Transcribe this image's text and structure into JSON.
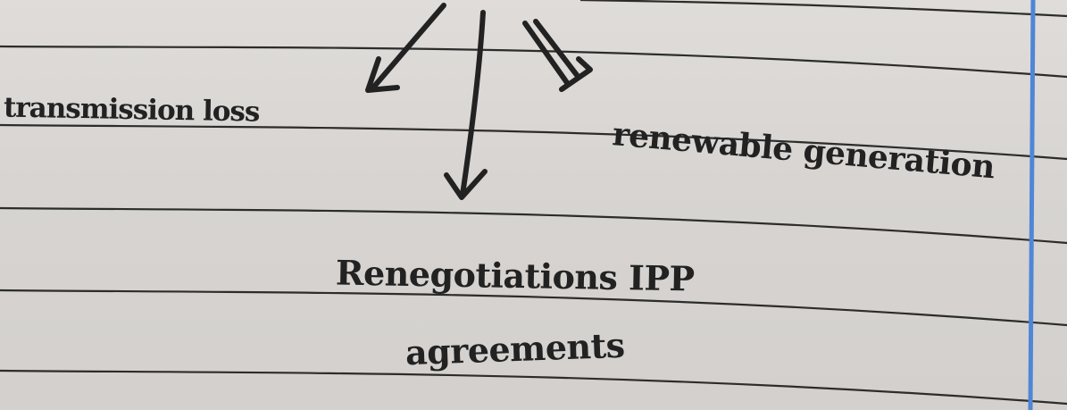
{
  "diagram": {
    "branches": [
      {
        "id": "left",
        "label": "transmission loss"
      },
      {
        "id": "right",
        "label": "renewable generation"
      },
      {
        "id": "down",
        "label_lines": [
          "Renegotiations IPP",
          "agreements"
        ]
      }
    ]
  },
  "colors": {
    "paper": "#d8d5d2",
    "ruled_line": "#2c2c2c",
    "margin_line": "#4f86d6",
    "ink": "#222222"
  }
}
